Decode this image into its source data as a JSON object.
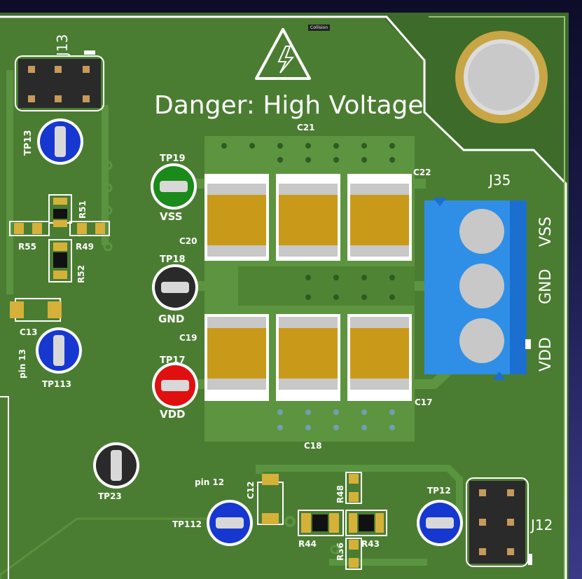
{
  "tooltip": "Collision",
  "warning": {
    "text": "Danger: High Voltage"
  },
  "connectors": {
    "j13": "J13",
    "j35": "J35",
    "j12": "J12",
    "j35_pins": [
      "VSS",
      "GND",
      "VDD"
    ]
  },
  "testpoints": {
    "tp13": "TP13",
    "tp19": "TP19",
    "tp19_net": "VSS",
    "tp18": "TP18",
    "tp18_net": "GND",
    "tp17": "TP17",
    "tp17_net": "VDD",
    "tp113": "TP113",
    "tp23": "TP23",
    "tp112": "TP112",
    "tp12": "TP12"
  },
  "components": {
    "c21": "C21",
    "c22": "C22",
    "c20": "C20",
    "c19": "C19",
    "c17": "C17",
    "c18": "C18",
    "c13": "C13",
    "c12": "C12",
    "r55": "R55",
    "r51": "R51",
    "r49": "R49",
    "r52": "R52",
    "r48": "R48",
    "r44": "R44",
    "r43": "R43",
    "r36": "R36"
  },
  "pin_labels": {
    "pin13": "pin 13",
    "pin12": "pin 12"
  },
  "colors": {
    "board": "#3d6b2a",
    "pour": "#4f8234",
    "silkscreen": "#ffffff",
    "pad": "#d6b13a",
    "connector_blue": "#2f8fe6",
    "tp_blue": "#1030d0",
    "tp_green": "#1a8a1a",
    "tp_red": "#e01010",
    "tp_black": "#222222"
  }
}
